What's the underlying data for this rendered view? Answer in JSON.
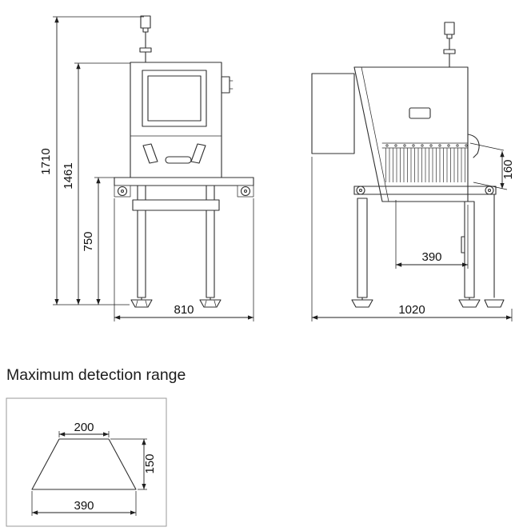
{
  "title": "Maximum detection range",
  "front_view": {
    "overall_height": "1710",
    "cabinet_height": "1461",
    "belt_height": "750",
    "overall_width": "810"
  },
  "side_view": {
    "curtain_height": "160",
    "inspection_width": "390",
    "overall_length": "1020"
  },
  "detection_range": {
    "top_width": "200",
    "height": "150",
    "bottom_width": "390"
  }
}
